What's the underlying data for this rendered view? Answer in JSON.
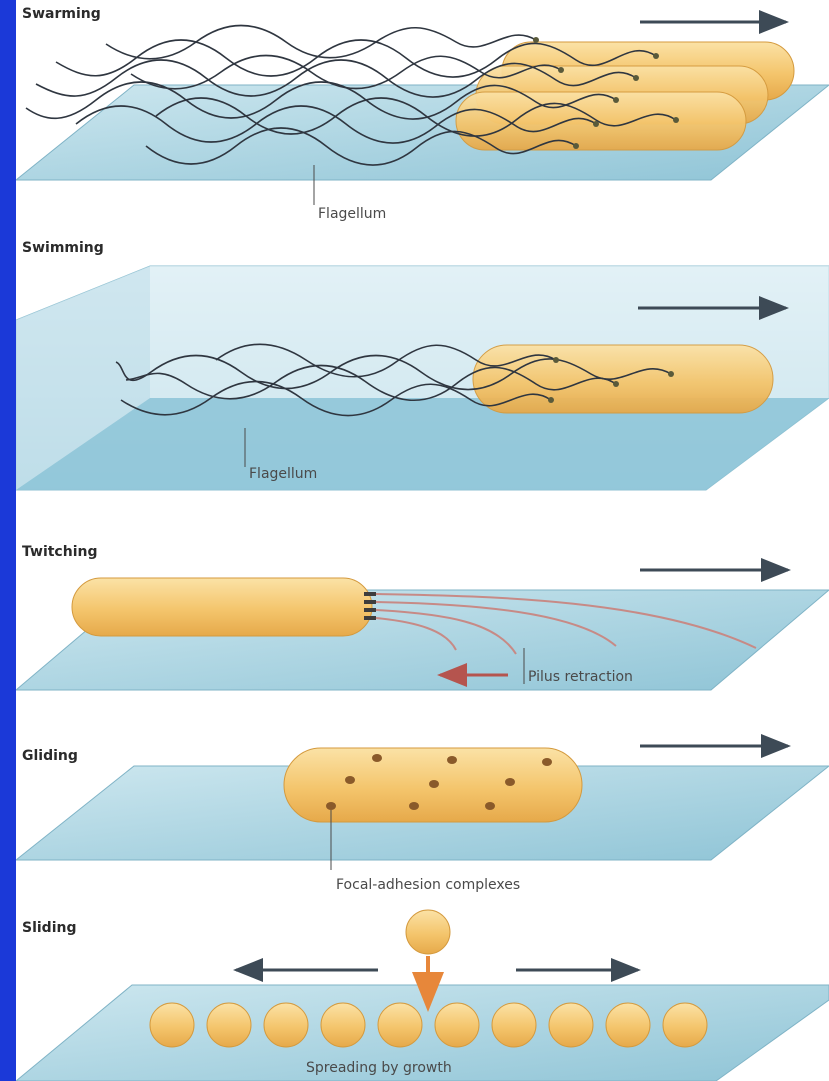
{
  "sections": [
    {
      "title": "Swarming",
      "callout": "Flagellum"
    },
    {
      "title": "Swimming",
      "callout": "Flagellum"
    },
    {
      "title": "Twitching",
      "callout": "Pilus retraction"
    },
    {
      "title": "Gliding",
      "callout": "Focal-adhesion complexes"
    },
    {
      "title": "Sliding",
      "callout": "Spreading by growth"
    }
  ],
  "colors": {
    "frame": "#1b39d8",
    "surface": "#a8d3e0",
    "cell": "#f2c16a",
    "arrow": "#3d4a56",
    "retraction_arrow": "#b5544e",
    "growth_arrow": "#e7873a"
  }
}
